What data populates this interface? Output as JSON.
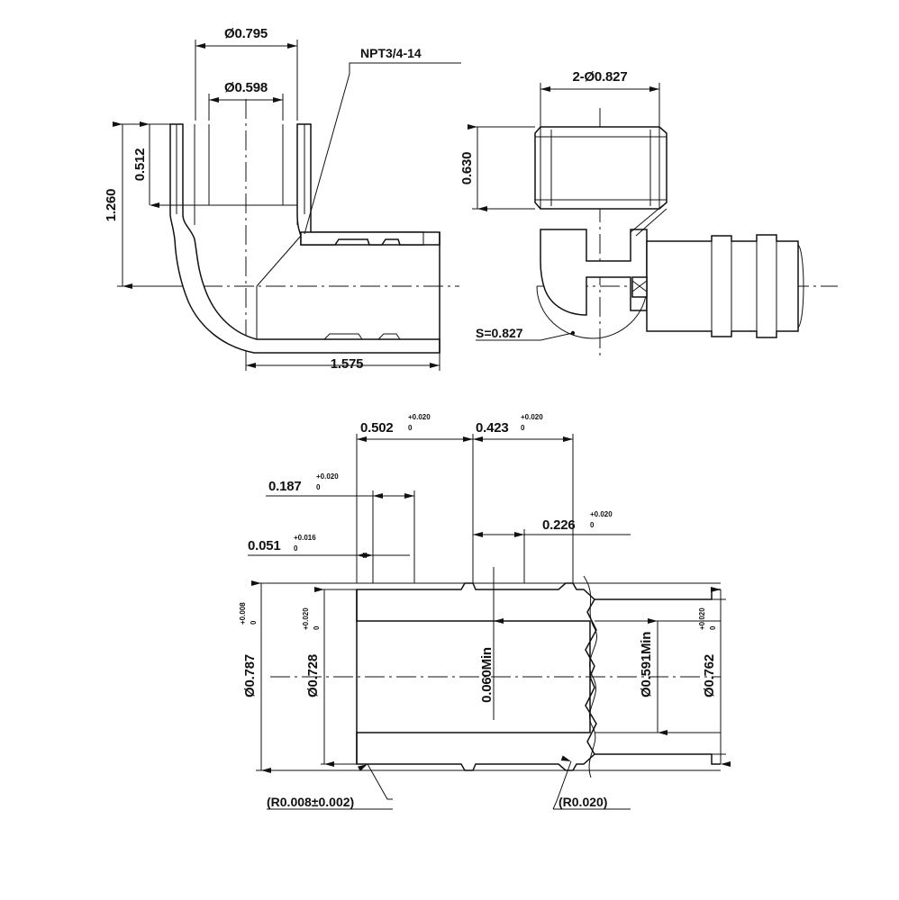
{
  "drawing": {
    "type": "engineering-drawing",
    "subject": "90 degree elbow fitting, NPT male thread to barbed insert",
    "units": "inches",
    "views": [
      {
        "id": "section-front",
        "name": "Front sectional view"
      },
      {
        "id": "side-view",
        "name": "Side view"
      },
      {
        "id": "detail-barb",
        "name": "Barb detail sectional view"
      }
    ]
  },
  "view_front": {
    "dim_outer_diameter": "Ø0.795",
    "dim_inner_diameter": "Ø0.598",
    "dim_thread_length": "0.512",
    "dim_overall_height": "1.260",
    "dim_overall_length": "1.575",
    "label_thread": "NPT3/4-14"
  },
  "view_side": {
    "dim_hex_across": "2-Ø0.827",
    "dim_hex_height": "0.630",
    "label_hex_flats": "S=0.827"
  },
  "view_detail": {
    "dim_a": {
      "value": "0.051",
      "tol_upper": "+0.016",
      "tol_lower": "0"
    },
    "dim_b": {
      "value": "0.187",
      "tol_upper": "+0.020",
      "tol_lower": "0"
    },
    "dim_c": {
      "value": "0.502",
      "tol_upper": "+0.020",
      "tol_lower": "0"
    },
    "dim_d": {
      "value": "0.423",
      "tol_upper": "+0.020",
      "tol_lower": "0"
    },
    "dim_e": {
      "value": "0.226",
      "tol_upper": "+0.020",
      "tol_lower": "0"
    },
    "dim_od_flange": {
      "value": "Ø0.787",
      "tol_upper": "+0.008",
      "tol_lower": "0"
    },
    "dim_od_barb": {
      "value": "Ø0.728",
      "tol_upper": "+0.020",
      "tol_lower": "0"
    },
    "dim_wall": "0.060Min",
    "dim_bore": "Ø0.591Min",
    "dim_od_tail": {
      "value": "Ø0.762",
      "tol_upper": "+0.020",
      "tol_lower": "0"
    },
    "note_radius_small": "(R0.008±0.002)",
    "note_radius_large": "(R0.020)"
  },
  "colors": {
    "line": "#111111",
    "background": "#ffffff"
  }
}
